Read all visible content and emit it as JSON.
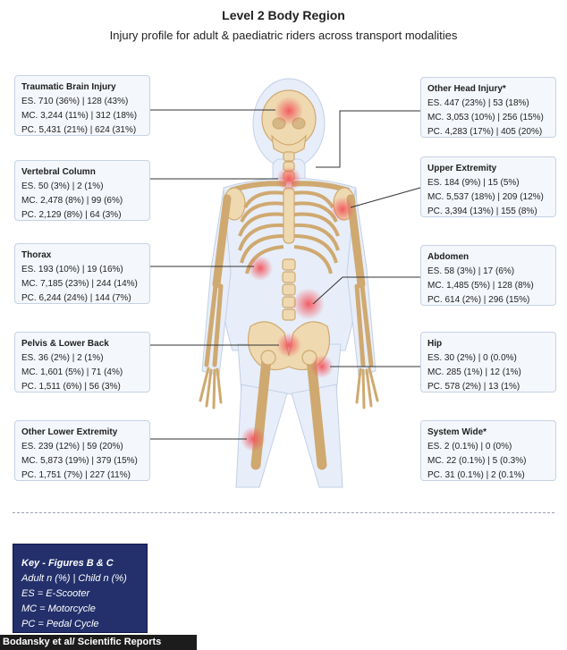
{
  "header": {
    "title": "Level 2 Body Region",
    "subtitle": "Injury profile for adult & paediatric riders across transport modalities"
  },
  "regions": [
    {
      "name": "Traumatic Brain Injury",
      "es": "ES. 710 (36%) | 128 (43%)",
      "mc": "MC. 3,244 (11%) | 312 (18%)",
      "pc": "PC. 5,431 (21%) | 624 (31%)"
    },
    {
      "name": "Vertebral Column",
      "es": "ES. 50 (3%) | 2 (1%)",
      "mc": "MC. 2,478 (8%) | 99 (6%)",
      "pc": "PC. 2,129 (8%) | 64 (3%)"
    },
    {
      "name": "Thorax",
      "es": "ES. 193 (10%) | 19 (16%)",
      "mc": "MC. 7,185 (23%) | 244 (14%)",
      "pc": "PC. 6,244 (24%) | 144 (7%)"
    },
    {
      "name": "Pelvis & Lower Back",
      "es": "ES. 36 (2%) | 2 (1%)",
      "mc": "MC. 1,601 (5%) | 71 (4%)",
      "pc": "PC. 1,511 (6%) | 56 (3%)"
    },
    {
      "name": "Other Lower Extremity",
      "es": "ES. 239 (12%) | 59 (20%)",
      "mc": "MC. 5,873 (19%) | 379 (15%)",
      "pc": "PC. 1,751 (7%) | 227 (11%)"
    },
    {
      "name": "Other Head Injury*",
      "es": "ES. 447 (23%) | 53 (18%)",
      "mc": "MC. 3,053 (10%) | 256 (15%)",
      "pc": "PC. 4,283 (17%) | 405 (20%)"
    },
    {
      "name": "Upper Extremity",
      "es": "ES. 184 (9%) | 15 (5%)",
      "mc": "MC. 5,537 (18%) | 209 (12%)",
      "pc": "PC. 3,394 (13%) | 155 (8%)"
    },
    {
      "name": "Abdomen",
      "es": "ES. 58 (3%) | 17 (6%)",
      "mc": "MC. 1,485 (5%) | 128 (8%)",
      "pc": "PC. 614 (2%) | 296 (15%)"
    },
    {
      "name": "Hip",
      "es": "ES. 30 (2%) | 0 (0.0%)",
      "mc": "MC. 285 (1%) | 12 (1%)",
      "pc": "PC. 578 (2%) | 13 (1%)"
    },
    {
      "name": "System Wide*",
      "es": "ES. 2 (0.1%) | 0 (0%)",
      "mc": "MC. 22 (0.1%) | 5 (0.3%)",
      "pc": "PC. 31 (0.1%) | 2 (0.1%)"
    }
  ],
  "key": {
    "title": "Key - Figures B & C",
    "line1": "Adult n (%) | Child n (%)",
    "line2": "ES = E-Scooter",
    "line3": "MC = Motorcycle",
    "line4": "PC = Pedal Cycle"
  },
  "credit": "Bodansky et al/ Scientific Reports",
  "colors": {
    "box_fill": "#f4f7fc",
    "box_border": "#c7d2e4",
    "bone": "#efd9b0",
    "bone_stroke": "#cfa970",
    "body_fill": "#e7eef9",
    "hotspot": "#f2545b",
    "key_fill": "#23306b"
  }
}
